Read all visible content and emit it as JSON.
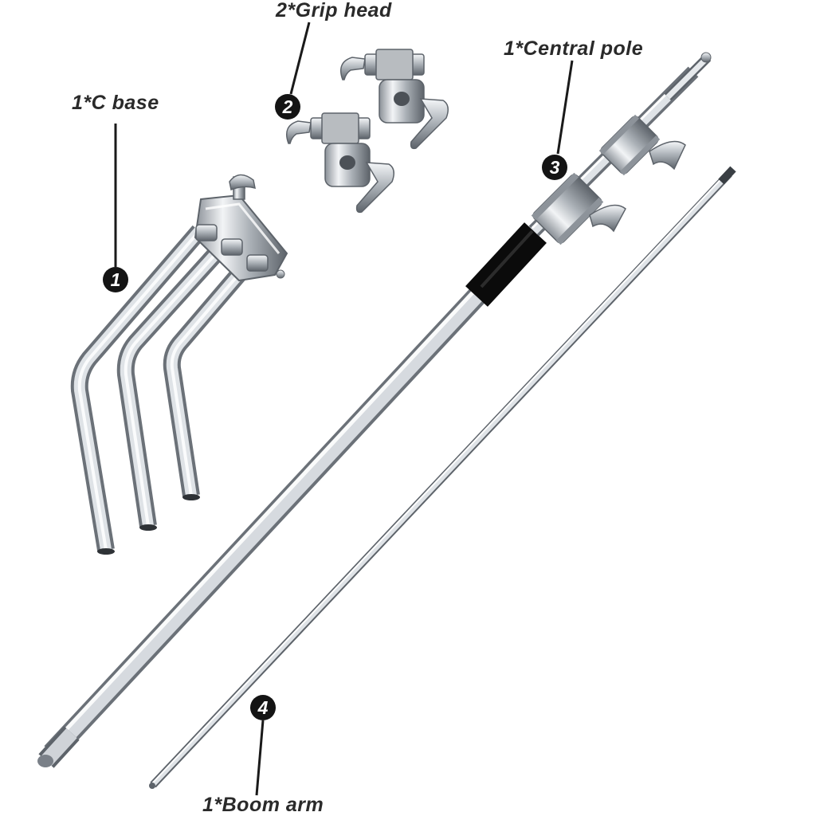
{
  "colors": {
    "background": "#ffffff",
    "label": "#2a2a2a",
    "badge": "#141414",
    "steel": "#c9cdd2",
    "steel_dark": "#6b7178",
    "grip": "#111111"
  },
  "callouts": [
    {
      "number": "1",
      "label": "1*C base"
    },
    {
      "number": "2",
      "label": "2*Grip head"
    },
    {
      "number": "3",
      "label": "1*Central pole"
    },
    {
      "number": "4",
      "label": "1*Boom arm"
    }
  ],
  "icons": [
    "c-base-legs-icon",
    "grip-head-icon",
    "central-pole-icon",
    "boom-arm-icon"
  ]
}
